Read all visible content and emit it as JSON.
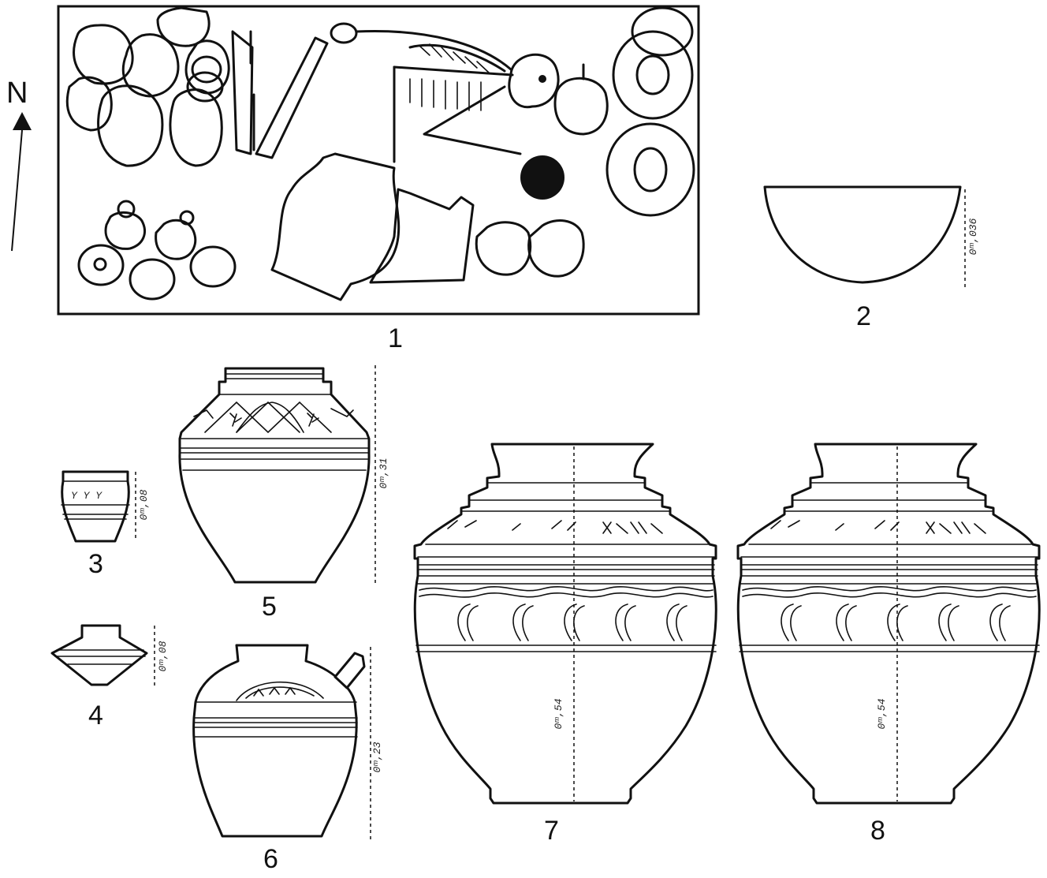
{
  "north_arrow": {
    "label": "N"
  },
  "figures": [
    {
      "number": "1"
    },
    {
      "number": "2",
      "height_label": "0ᵐ,036"
    },
    {
      "number": "3",
      "height_label": "0ᵐ,08"
    },
    {
      "number": "4",
      "height_label": "0ᵐ,08"
    },
    {
      "number": "5",
      "height_label": "0ᵐ,31"
    },
    {
      "number": "6",
      "height_label": "0ᵐ,23"
    },
    {
      "number": "7",
      "height_label": "0ᵐ,54"
    },
    {
      "number": "8",
      "height_label": "0ᵐ,54"
    }
  ]
}
